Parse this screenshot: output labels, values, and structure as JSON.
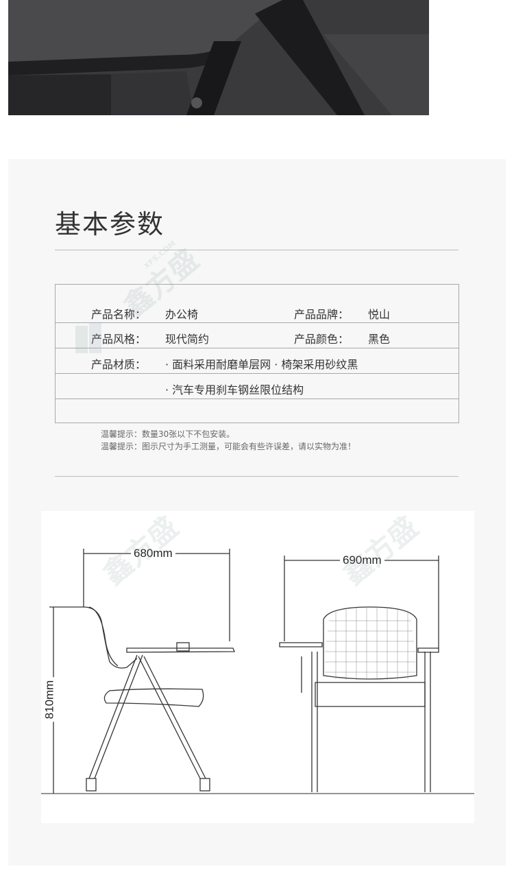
{
  "section": {
    "title": "基本参数"
  },
  "params": {
    "name_label": "产品名称：",
    "name_value": "办公椅",
    "brand_label": "产品品牌：",
    "brand_value": "悦山",
    "style_label": "产品风格：",
    "style_value": "现代简约",
    "color_label": "产品颜色：",
    "color_value": "黑色",
    "material_label": "产品材质：",
    "material_line1": "· 面料采用耐磨单层网 · 椅架采用砂纹黑",
    "material_line2": "· 汽车专用刹车钢丝限位结构"
  },
  "notes": [
    "温馨提示：数量30张以下不包安装。",
    "温馨提示：图示尺寸为手工测量，可能会有些许误差，请以实物为准！"
  ],
  "dimensions": {
    "depth": "680mm",
    "width": "690mm",
    "height": "810mm"
  },
  "watermark": {
    "site": "XFS.COM",
    "brand": "鑫方盛"
  },
  "colors": {
    "panel_bg": "#f7f7f7",
    "line": "#a8a8a8",
    "text": "#333333",
    "photo": "#2e2e30"
  }
}
